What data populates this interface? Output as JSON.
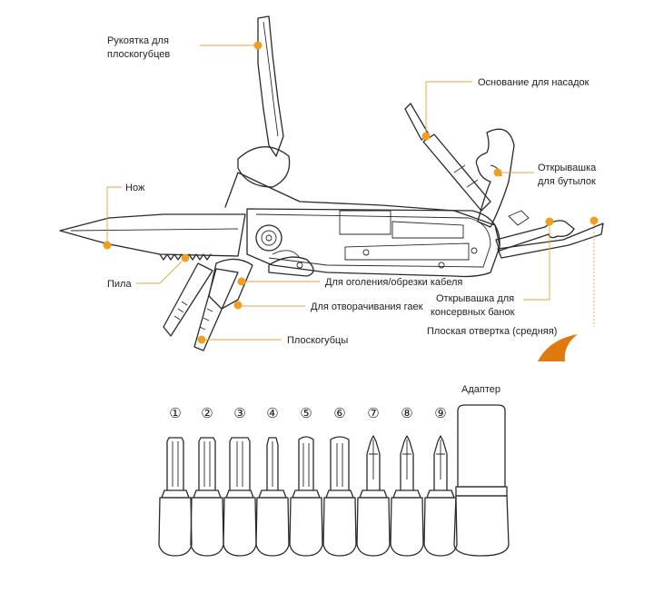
{
  "colors": {
    "accent": "#f0a020",
    "ink": "#2a2a2a",
    "leader": "#e8a33a",
    "blade_tip": "#e07a10"
  },
  "callouts": {
    "pliers_handle": [
      "Рукоятка для",
      "плоскогубцев"
    ],
    "bit_holder": "Основание для насадок",
    "bottle_opener": [
      "Открывашка",
      "для бутылок"
    ],
    "knife": "Нож",
    "saw": "Пила",
    "wire_cutter": "Для оголения/обрезки кабеля",
    "nut_turning": "Для отворачивания гаек",
    "can_opener": [
      "Открывашка для",
      "консервных банок"
    ],
    "pliers": "Плоскогубцы",
    "flat_screwdriver": "Плоская отвертка (средняя)",
    "adapter": "Адаптер"
  },
  "bits": {
    "numbers": [
      "①",
      "②",
      "③",
      "④",
      "⑤",
      "⑥",
      "⑦",
      "⑧",
      "⑨"
    ]
  }
}
